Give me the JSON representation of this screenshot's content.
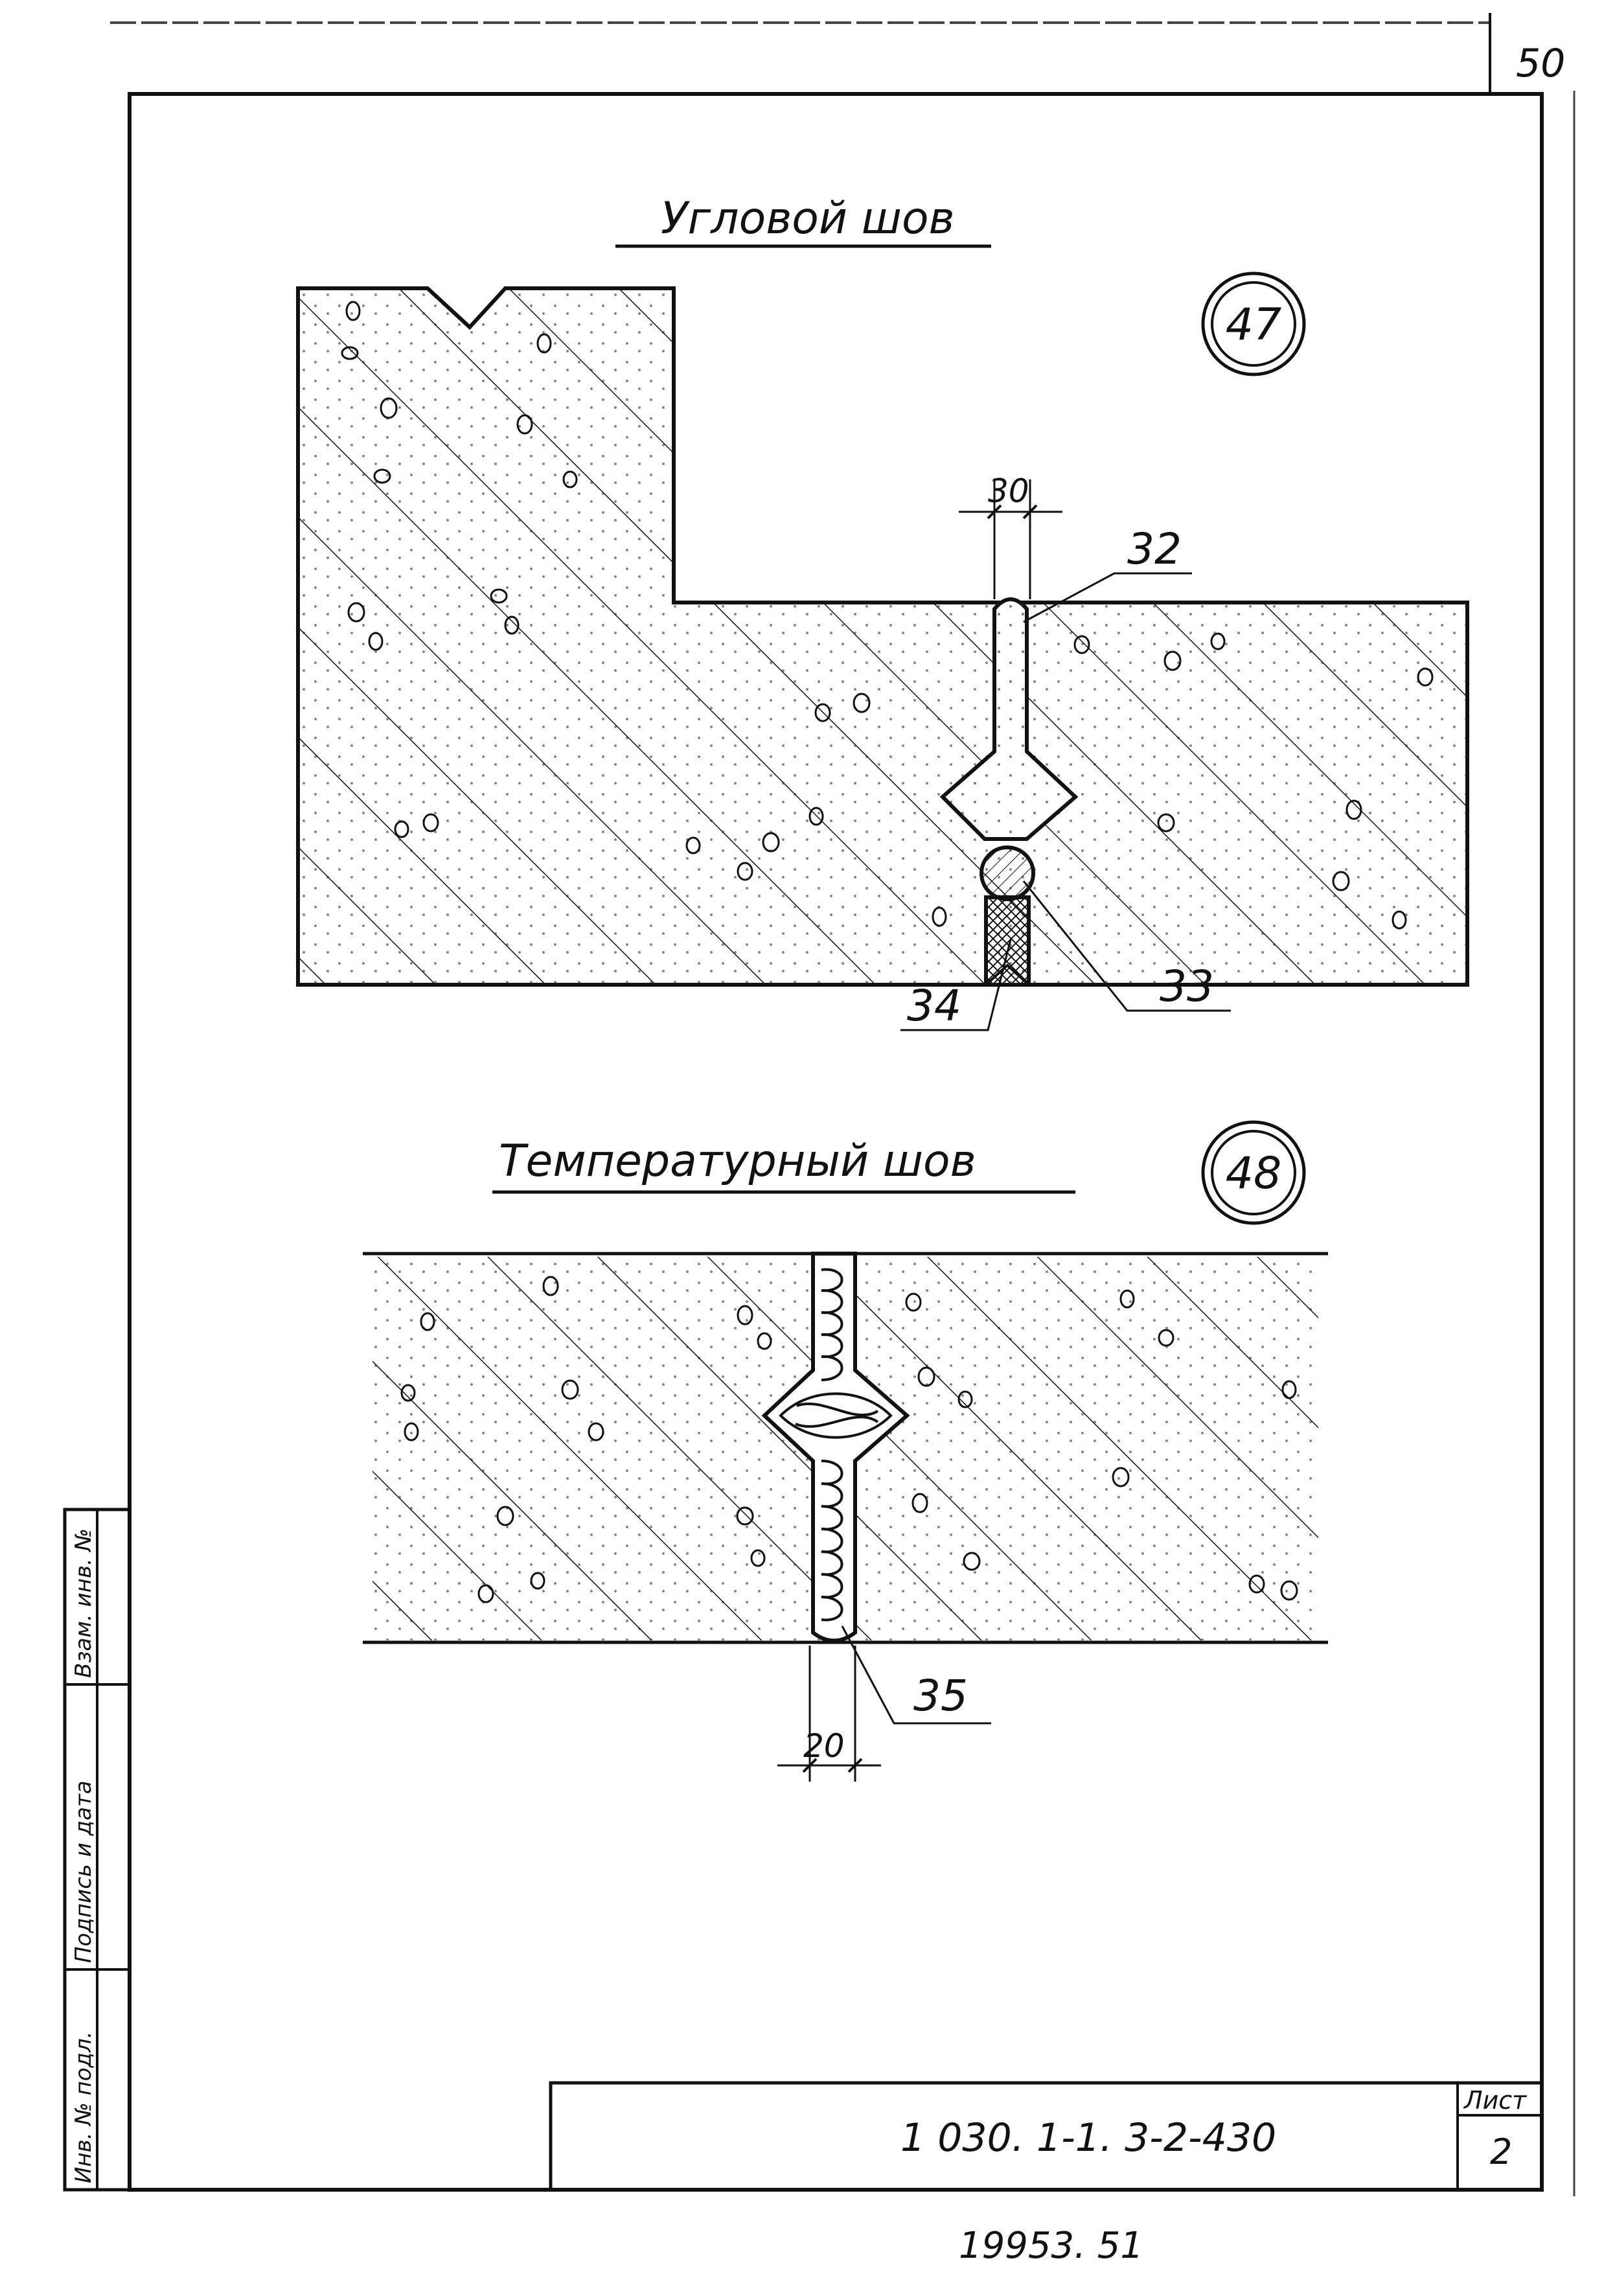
{
  "corner_page_number": "50",
  "detail_47": {
    "title": "Угловой шов",
    "marker": "47",
    "dimension": "30",
    "callouts": [
      "32",
      "33",
      "34"
    ]
  },
  "detail_48": {
    "title": "Температурный шов",
    "marker": "48",
    "dimension": "20",
    "callouts": [
      "35"
    ]
  },
  "side_stamp": {
    "col1": "Инв. № подл.",
    "col2": "Подпись и дата",
    "col3": "Взам. инв. №"
  },
  "title_block": {
    "designation": "1 030. 1-1. 3-2-430",
    "sheet_label": "Лист",
    "sheet_number": "2"
  },
  "bottom_note": "19953.  51"
}
